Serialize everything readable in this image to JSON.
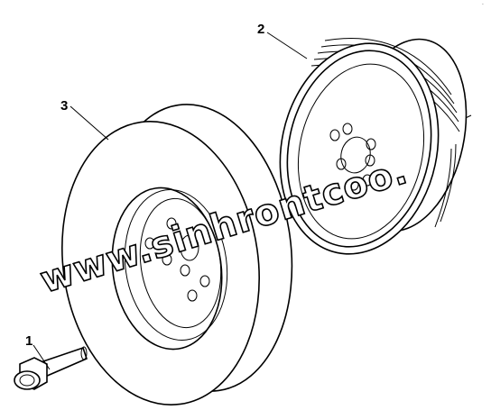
{
  "diagram": {
    "callouts": [
      {
        "id": "1",
        "label": "1",
        "part": "bolt"
      },
      {
        "id": "2",
        "label": "2",
        "part": "pulley"
      },
      {
        "id": "3",
        "label": "3",
        "part": "damper"
      }
    ],
    "watermark": "www.sinhrontcoo.",
    "corner_mark": "-"
  },
  "colors": {
    "line": "#000000",
    "background": "#ffffff"
  }
}
